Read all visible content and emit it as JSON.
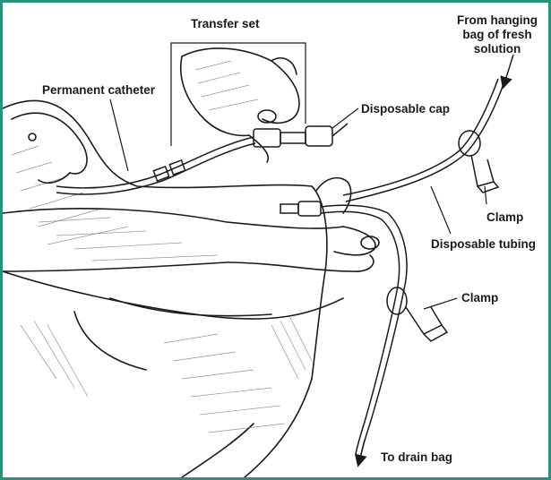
{
  "labels": {
    "transfer_set": "Transfer set",
    "permanent_catheter": "Permanent catheter",
    "disposable_cap": "Disposable cap",
    "from_bag_line1": "From hanging",
    "from_bag_line2": "bag of fresh",
    "from_bag_line3": "solution",
    "clamp_upper": "Clamp",
    "disposable_tubing": "Disposable tubing",
    "clamp_lower": "Clamp",
    "to_drain_bag": "To drain bag"
  },
  "colors": {
    "frame_border": "#2f8f7f",
    "ink": "#1a1a1a"
  }
}
